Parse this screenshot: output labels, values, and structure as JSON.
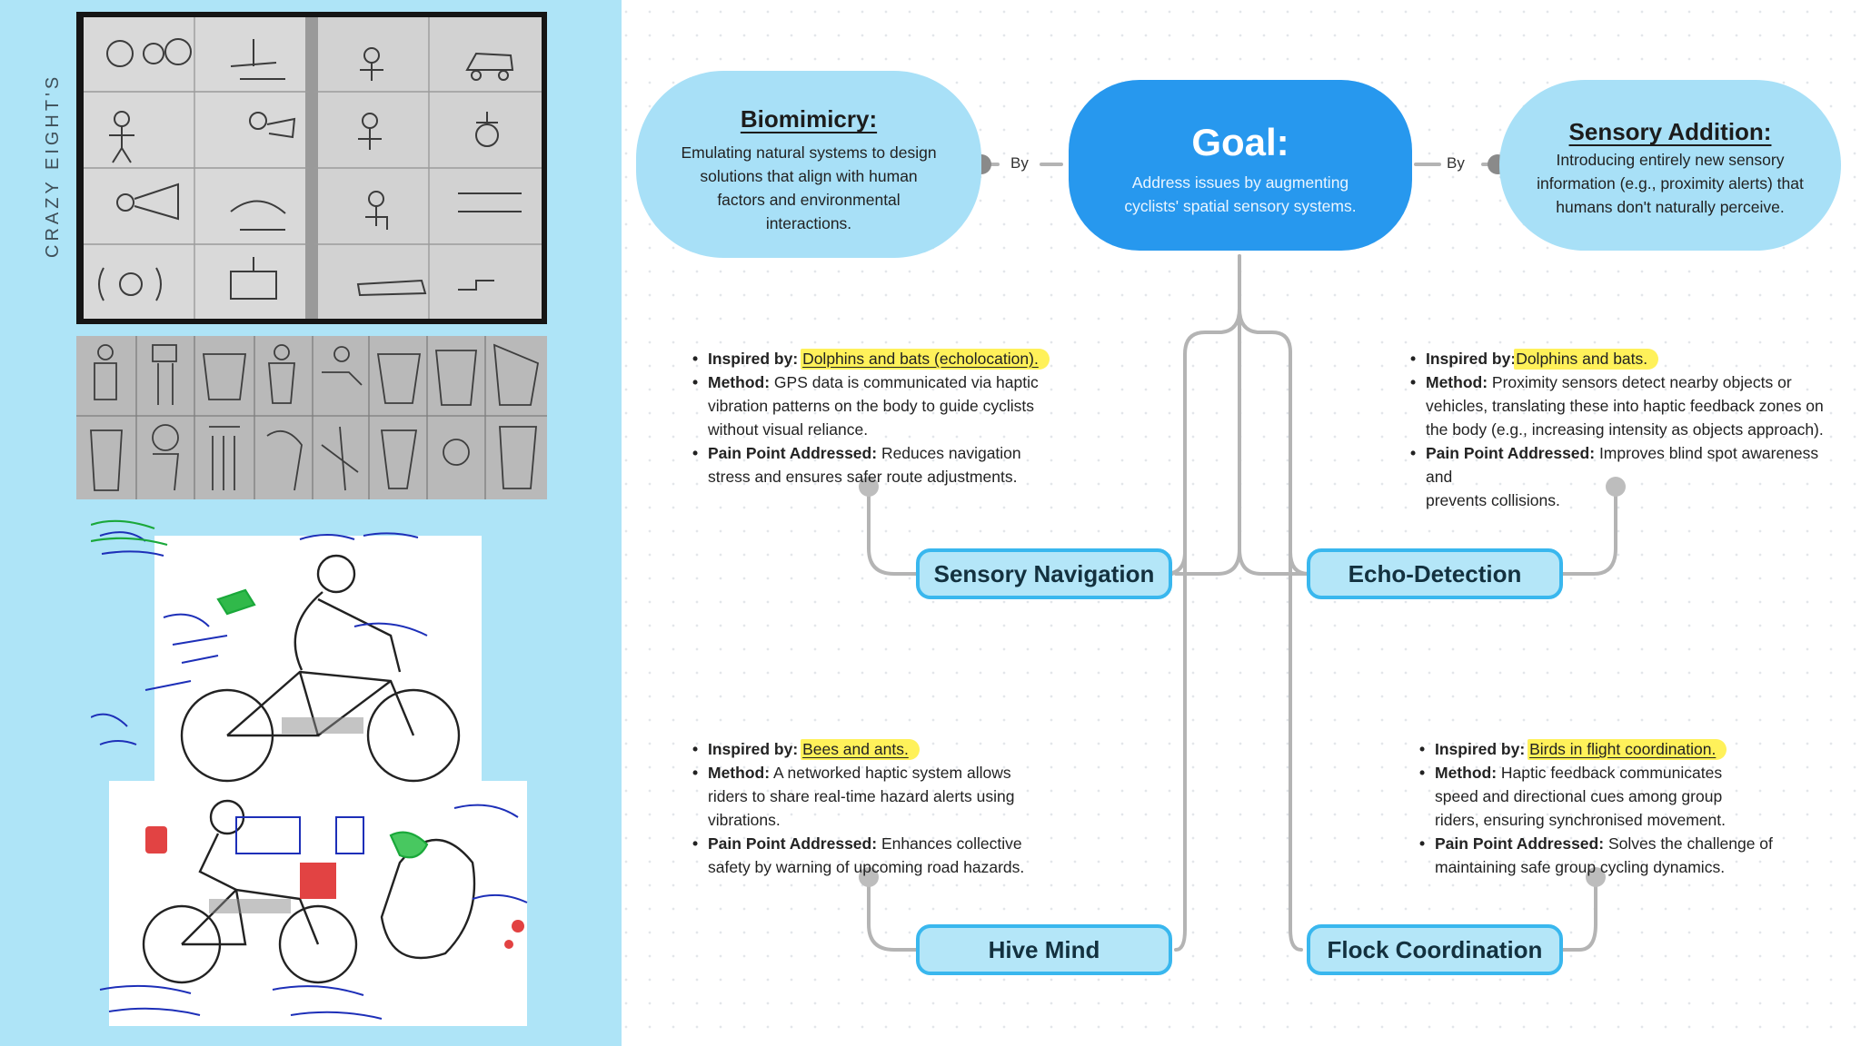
{
  "sidebar": {
    "vertical_label": "CRAZY EIGHT'S",
    "sketch_images": [
      "notebook-sketch-photo",
      "figure-sketch-strip",
      "cyclist-concept-sketch"
    ]
  },
  "bubbles": {
    "biomimicry": {
      "title": "Biomimicry:",
      "lines": [
        "Emulating natural systems to design",
        "solutions that align with human",
        "factors and environmental",
        "interactions."
      ]
    },
    "goal": {
      "title": "Goal:",
      "lines": [
        "Address issues by augmenting",
        "cyclists' spatial sensory systems."
      ]
    },
    "sensory_addition": {
      "title": "Sensory Addition:",
      "lines": [
        "Introducing entirely new sensory",
        "information (e.g., proximity alerts) that",
        "humans don't naturally perceive."
      ]
    }
  },
  "connector_labels": {
    "left": "By",
    "right": "By"
  },
  "nodes": {
    "sensory_navigation": "Sensory Navigation",
    "echo_detection": "Echo-Detection",
    "hive_mind": "Hive Mind",
    "flock_coordination": "Flock Coordination"
  },
  "notes": {
    "sensory_navigation": {
      "inspired_label": "Inspired by:",
      "inspired_value": "Dolphins and bats (echolocation).",
      "method_label": "Method:",
      "method_first": "GPS data is communicated via haptic",
      "method_rest": [
        "vibration patterns on the body to guide cyclists",
        "without visual reliance."
      ],
      "pain_label": "Pain Point Addressed:",
      "pain_first": "Reduces navigation",
      "pain_rest": [
        "stress and ensures safer route adjustments."
      ]
    },
    "echo_detection": {
      "inspired_label": "Inspired by:",
      "inspired_value": "Dolphins and bats.",
      "method_label": "Method:",
      "method_first": "Proximity sensors detect nearby objects or",
      "method_rest": [
        "vehicles, translating these into haptic feedback zones on",
        "the body (e.g., increasing intensity as objects approach)."
      ],
      "pain_label": "Pain Point Addressed:",
      "pain_first": "Improves blind spot awareness and",
      "pain_rest": [
        "prevents collisions."
      ]
    },
    "hive_mind": {
      "inspired_label": "Inspired by:",
      "inspired_value": "Bees and ants.",
      "method_label": "Method:",
      "method_first": "A networked haptic system allows",
      "method_rest": [
        "riders to share real-time hazard alerts using",
        "vibrations."
      ],
      "pain_label": "Pain Point Addressed:",
      "pain_first": "Enhances collective",
      "pain_rest": [
        "safety by warning of upcoming road hazards."
      ]
    },
    "flock_coordination": {
      "inspired_label": "Inspired by:",
      "inspired_value": "Birds in flight coordination.",
      "method_label": "Method:",
      "method_first": "Haptic feedback communicates",
      "method_rest": [
        "speed and directional cues among group",
        "riders, ensuring synchronised movement."
      ],
      "pain_label": "Pain Point Addressed:",
      "pain_first": "Solves the challenge of",
      "pain_rest": [
        "maintaining safe group cycling dynamics."
      ]
    }
  },
  "colors": {
    "sidebar_bg": "#aee4f7",
    "side_bubble": "#a8e0f7",
    "goal_bubble": "#2798ee",
    "node_border": "#39b7ee",
    "node_fill": "#b4e6f8",
    "highlight": "#fff15a",
    "connector": "#b4b4b4"
  }
}
